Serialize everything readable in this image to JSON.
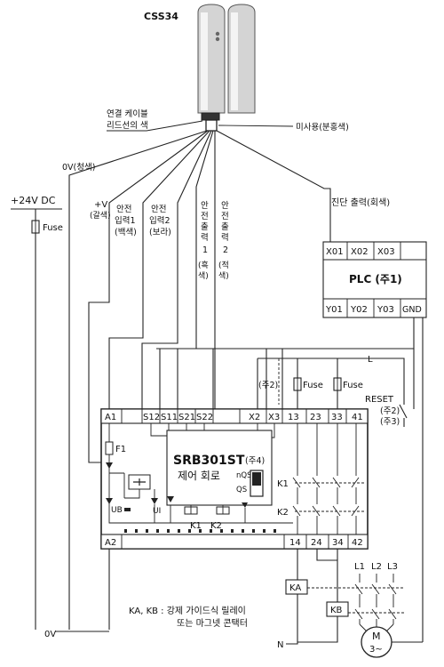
{
  "sensor": {
    "model": "CSS34",
    "cable_color_note_line1": "연결 케이블",
    "cable_color_note_line2": "리드선의 색",
    "unused": "미사용(분홍색)"
  },
  "power": {
    "supply": "+24V DC",
    "fuse": "Fuse",
    "zero_v_blue": "0V(청색)",
    "zero_v": "0V",
    "n_label": "N",
    "l_label": "L"
  },
  "wires": {
    "plus_v": "+V",
    "plus_v_color": "(갈색)",
    "safety_in1_a": "안전",
    "safety_in1_b": "입력1",
    "safety_in1_c": "(백색)",
    "safety_in2_a": "안전",
    "safety_in2_b": "입력2",
    "safety_in2_c": "(보라)",
    "safety_out1_chars": [
      "안",
      "전",
      "출",
      "력",
      "1",
      "(흑",
      "색)"
    ],
    "safety_out2_chars": [
      "안",
      "전",
      "출",
      "력",
      "2",
      "(적",
      "색)"
    ],
    "diag_out": "진단 출력(회색)"
  },
  "plc": {
    "inputs": [
      "X01",
      "X02",
      "X03"
    ],
    "title": "PLC (주1)",
    "outputs": [
      "Y01",
      "Y02",
      "Y03",
      "GND"
    ]
  },
  "relay": {
    "model": "SRB301ST",
    "circuit": "제어 회로",
    "note4": "(주4)",
    "nqs": "nQS",
    "qs": "QS",
    "top_terminals": [
      "A1",
      "S12",
      "S11",
      "S21",
      "S22",
      "X2",
      "X3",
      "13",
      "23",
      "33",
      "41"
    ],
    "bottom_terminals": [
      "A2",
      "14",
      "24",
      "34",
      "42"
    ],
    "f1": "F1",
    "ub": "UB",
    "ui": "UI",
    "k1": "K1",
    "k2": "K2"
  },
  "notes": {
    "note2": "(주2)",
    "note3": "(주3)",
    "reset": "RESET"
  },
  "load": {
    "ka": "KA",
    "kb": "KB",
    "l1": "L1",
    "l2": "L2",
    "l3": "L3",
    "motor_m": "M",
    "motor_phase": "3~",
    "legend_line1": "KA, KB : 강제 가이드식 릴레이",
    "legend_line2": "또는 마그넷 콘택터"
  }
}
